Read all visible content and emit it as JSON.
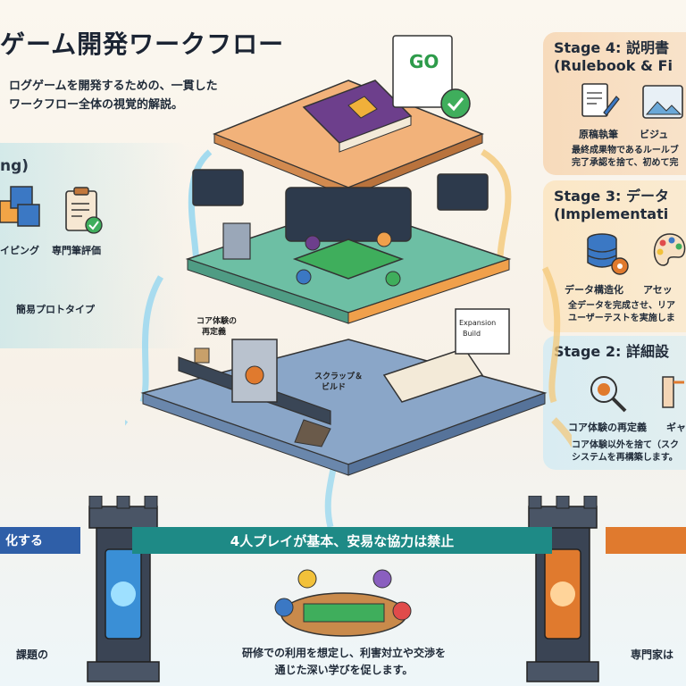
{
  "header": {
    "title": "ゲーム開発ワークフロー",
    "subtitle_line1": "ログゲームを開発するための、一貫した",
    "subtitle_line2": "ワークフロー全体の視覚的解説。"
  },
  "left_panel": {
    "stage_label": "ng)",
    "item1": "イピング",
    "item2": "専門筆評価",
    "item3": "簡易プロトタイプ"
  },
  "stages": [
    {
      "title": "Stage 4: 説明書",
      "subtitle": "(Rulebook & Fi",
      "item1": "原稿執筆",
      "item2": "ビジュ",
      "desc1": "最終成果物であるルールブ",
      "desc2": "完了承認を捨て、初めて完"
    },
    {
      "title": "Stage 3: データ",
      "subtitle": "(Implementati",
      "item1": "データ構造化",
      "item2": "アセッ",
      "desc1": "全データを完成させ、リア",
      "desc2": "ユーザーテストを実施しま"
    },
    {
      "title": "Stage 2: 詳細設",
      "subtitle": "",
      "item1": "コア体験の再定義",
      "item2": "ギャ",
      "desc1": "コア体験以外を捨て（スク",
      "desc2": "システムを再構築します。"
    }
  ],
  "center_labels": {
    "core": "コア体験の\n再定義",
    "scrap": "スクラップ＆\nビルド",
    "whiteboard": "Expansion\nBuild",
    "go": "GO"
  },
  "bands": {
    "left": "化する",
    "center": "4人プレイが基本、安易な協力は禁止",
    "right": ""
  },
  "bottom": {
    "left": "課題の",
    "center_line1": "研修での利用を想定し、利害対立や交渉を",
    "center_line2": "通じた深い学びを促します。",
    "right": "専門家は"
  },
  "colors": {
    "stage4": "#f7d9b8",
    "stage3": "#fbe6c4",
    "stage2": "#d7ecf2",
    "accent_blue": "#3a8fd6",
    "accent_orange": "#e07a2e",
    "teal": "#1e8a86"
  }
}
